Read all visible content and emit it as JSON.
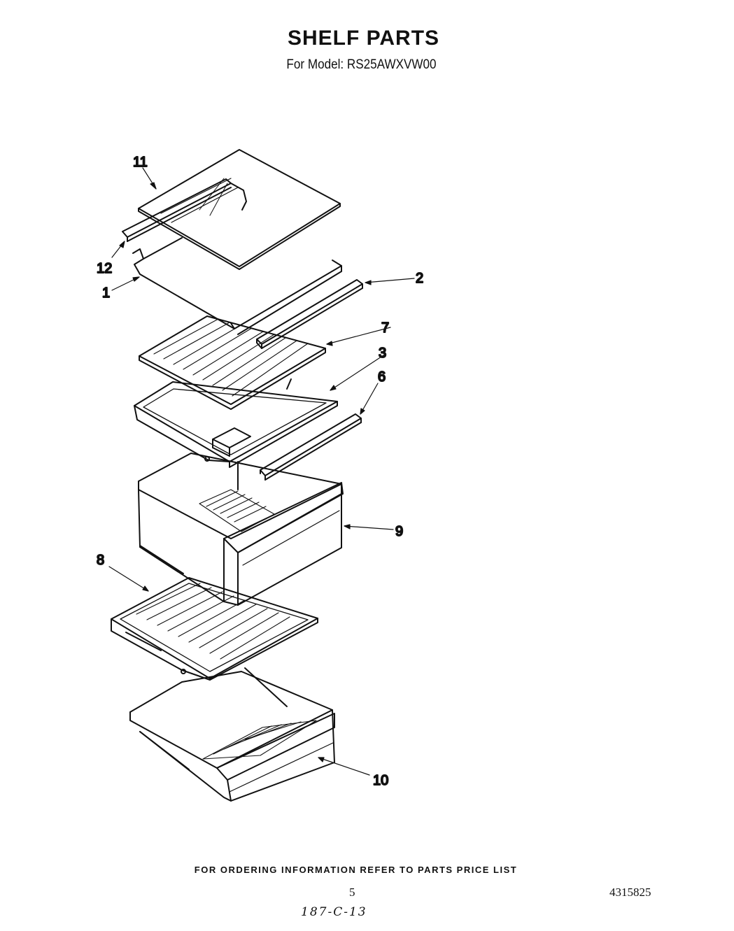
{
  "header": {
    "title": "SHELF PARTS",
    "subtitle": "For Model: RS25AWXVW00"
  },
  "callouts": [
    "11",
    "12",
    "1",
    "2",
    "7",
    "3",
    "6",
    "9",
    "8",
    "10"
  ],
  "footer": {
    "ordering_note": "FOR ORDERING INFORMATION REFER TO PARTS PRICE LIST",
    "page_number": "5",
    "document_number": "4315825",
    "handwritten_note": "187-C-13"
  }
}
